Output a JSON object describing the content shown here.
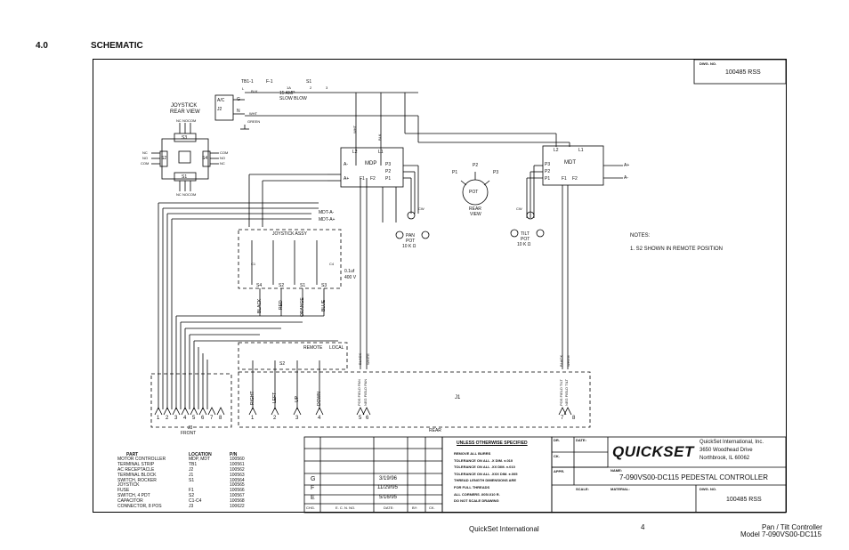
{
  "header": {
    "section_number": "4.0",
    "section_title": "SCHEMATIC"
  },
  "dwg_no_box": {
    "label": "DWG. NO.",
    "value": "100485 RSS"
  },
  "power": {
    "tb": "TB1-1",
    "fuse": "F-1",
    "fuse_rating_1": "15 AMP",
    "fuse_rating_2": "SLOW BLOW",
    "switch": "S1",
    "ac_label": "A/C",
    "j2": "J2",
    "g": "G",
    "n": "N",
    "blk": "BLK",
    "wht": "WHT",
    "green": "GREEN",
    "wire_l": "L",
    "wire_1a": "1A",
    "wire_2": "2",
    "wire_3": "3"
  },
  "joystick": {
    "title_1": "JOYSTICK",
    "title_2": "REAR VIEW",
    "s1": "S1",
    "s2": "S2",
    "s3": "S3",
    "s4": "S4",
    "com": "COM",
    "no": "NO",
    "nc": "NC",
    "top_pins": [
      "NC",
      "NO",
      "COM"
    ],
    "bottom_pins": [
      "NC",
      "NO",
      "COM"
    ],
    "left_pins": [
      "NC",
      "NO",
      "COM"
    ],
    "right_pins": [
      "COM",
      "NO",
      "NC"
    ]
  },
  "mdp": {
    "title": "MDP",
    "l2": "L2",
    "l1": "L1",
    "a_minus": "A-",
    "a_plus": "A+",
    "p3": "P3",
    "p2": "P2",
    "p1": "P1",
    "f1": "F1",
    "f2": "F2",
    "wht": "WHT",
    "blk": "BLK"
  },
  "mdt": {
    "title": "MDT",
    "l2": "L2",
    "l1": "L1",
    "p3": "P3",
    "p2": "P2",
    "p1": "P1",
    "f1": "F1",
    "f2": "F2",
    "a_plus": "A+",
    "a_minus": "A-"
  },
  "pot": {
    "title": "POT",
    "rear": "REAR",
    "view": "VIEW",
    "p1": "P1",
    "p2": "P2",
    "p3": "P3"
  },
  "pan_pot": {
    "title": "PAN",
    "pot": "POT",
    "value": "10 K Ω",
    "cw": "CW"
  },
  "tilt_pot": {
    "title": "TILT",
    "pot": "POT",
    "value": "10 K Ω",
    "cw": "CW"
  },
  "mdt_wires": {
    "minus": "MDT-A-",
    "plus": "MDT-A+"
  },
  "joystick_assy": {
    "title": "JOYSTICK ASSY",
    "cap_1": "0.1uf",
    "cap_2": "400 V",
    "c1": "C1",
    "c4": "C4",
    "switches": [
      "S4",
      "S2",
      "S1",
      "S3"
    ]
  },
  "wire_colors": [
    "BLACK",
    "RED",
    "ORANGE",
    "BLUE"
  ],
  "s2_switch": {
    "remote": "REMOTE",
    "local": "LOCAL",
    "label": "S2"
  },
  "j1": {
    "label": "J1",
    "pins_left": [
      "1",
      "2",
      "3",
      "4",
      "5",
      "6"
    ],
    "pins_right": [
      "7",
      "8"
    ],
    "right": "RIGHT",
    "left": "LEFT",
    "up": "UP",
    "down": "DOWN",
    "pos_pan": "POS FIELD PAN",
    "neg_pan": "NEG FIELD PAN",
    "pos_tilt": "POS FIELD TILT",
    "neg_tilt": "NEG FIELD TILT",
    "black": "BLACK",
    "white": "WHITE",
    "rear": "REAR"
  },
  "j3": {
    "label": "J3",
    "front": "FRONT",
    "pins": [
      "1",
      "2",
      "3",
      "4",
      "5",
      "6",
      "7",
      "8"
    ]
  },
  "notes": {
    "title": "NOTES:",
    "items": [
      "1. S2 SHOWN IN REMOTE POSITION"
    ]
  },
  "parts_list": {
    "headers": [
      "PART",
      "LOCATION",
      "P/N"
    ],
    "rows": [
      [
        "MOTOR CONTROLLER",
        "MDP, MDT",
        "100560"
      ],
      [
        "TERMINAL STRIP",
        "TB1",
        "100561"
      ],
      [
        "AC RECEPTACLE",
        "J2",
        "100562"
      ],
      [
        "TERMINAL BLOCK",
        "J1",
        "100563"
      ],
      [
        "SWITCH, ROCKER",
        "S1",
        "100564"
      ],
      [
        "JOYSTICK",
        "",
        "100565"
      ],
      [
        "FUSE",
        "F1",
        "100566"
      ],
      [
        "SWITCH, 4 PDT",
        "S2",
        "100567"
      ],
      [
        "CAPACITOR",
        "C1-C4",
        "100568"
      ],
      [
        "CONNECTOR, 8 POS",
        "J3",
        "100622"
      ]
    ]
  },
  "revisions": {
    "rows": [
      {
        "chg": "G",
        "date": "3/19/96"
      },
      {
        "chg": "F",
        "date": "11/29/95"
      },
      {
        "chg": "E",
        "date": "5/16/95"
      }
    ],
    "headers": [
      "CHG.",
      "E. C. N. NO.",
      "DATE:",
      "BY:",
      "CK."
    ]
  },
  "tolerances": {
    "title": "UNLESS OTHERWISE SPECIFIED",
    "lines": [
      "REMOVE ALL BURRS",
      "TOLERANCE ON ALL .X DIM. ±.010",
      "TOLERANCE ON ALL .XX DIM. ±.010",
      "TOLERANCE ON ALL .XXX DIM. ±.005",
      "THREAD LENGTH DIMENSIONS ARE",
      "FOR FULL THREADS",
      "ALL CORNERS .005/.010 R.",
      "DO NOT SCALE DRAWING"
    ]
  },
  "title_block": {
    "dr": "DR.",
    "date": "DATE:",
    "ck": "CK.",
    "appr": "APPR.",
    "scale": "SCALE:",
    "logo": "QUICKSET",
    "company": "QuickSet International, Inc.",
    "address_1": "3650 Woodhead Drive",
    "address_2": "Northbrook, IL 60062",
    "name_label": "NAME:",
    "name": "7-090VS00-DC115 PEDESTAL CONTROLLER",
    "material": "MATERIAL:",
    "dwg_label": "DWG. NO.",
    "dwg_no": "100485 RSS"
  },
  "footer": {
    "center": "QuickSet International",
    "page": "4",
    "right_1": "Pan / Tilt Controller",
    "right_2": "Model 7-090VS00-DC115"
  }
}
